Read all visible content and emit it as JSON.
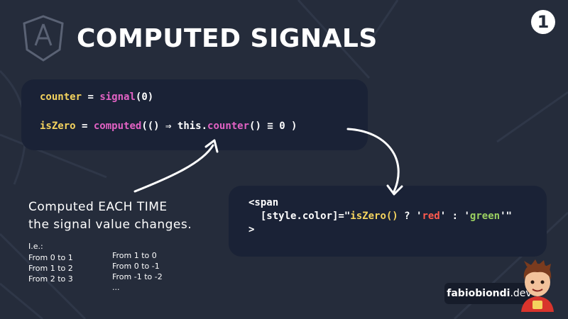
{
  "title": "COMPUTED SIGNALS",
  "badge": "1",
  "code1": {
    "l1_var": "counter",
    "l1_eq": " = ",
    "l1_fn": "signal",
    "l1_arg": "(0)",
    "l2_var": "isZero",
    "l2_eq": " = ",
    "l2_fn": "computed",
    "l2_mid": "(() ⇒ this.",
    "l2_call": "counter",
    "l2_end": "() ≡ 0 )"
  },
  "code2": {
    "l1": "<span",
    "l2_a": "  [style.color]=\"",
    "l2_b": "isZero()",
    "l2_c": " ? '",
    "l2_d": "red",
    "l2_e": "' : '",
    "l2_f": "green",
    "l2_g": "'\"",
    "l3": ">"
  },
  "note": {
    "line1": "Computed EACH TIME",
    "line2": "the signal value changes.",
    "ie": "I.e.:",
    "col1": [
      "From 0 to 1",
      "From 1 to 2",
      "From 2 to 3"
    ],
    "col2": [
      "From 1 to 0",
      "From 0 to -1",
      "From -1 to -2",
      "..."
    ]
  },
  "brand": {
    "name": "fabiobiondi",
    "tld": ".dev"
  },
  "icons": {
    "logo": "angular-logo-icon",
    "avatar": "author-avatar-icon"
  },
  "colors": {
    "background": "#252c3b",
    "code_background": "#1a2236",
    "variable": "#f4d35e",
    "function": "#e262c4",
    "red_string": "#ff5a4e",
    "green_string": "#9bd061"
  }
}
